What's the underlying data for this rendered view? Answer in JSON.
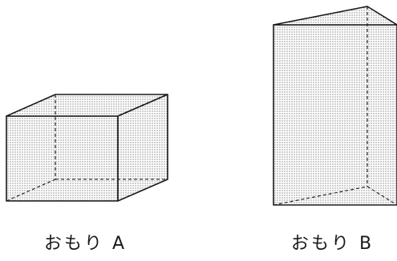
{
  "weights": [
    {
      "id": "A",
      "label": "おもり A",
      "shape": "rectangular-prism"
    },
    {
      "id": "B",
      "label": "おもり B",
      "shape": "triangular-prism"
    }
  ],
  "style": {
    "stroke": "#1a1a1a",
    "dot_color": "#555555",
    "background": "#ffffff"
  }
}
